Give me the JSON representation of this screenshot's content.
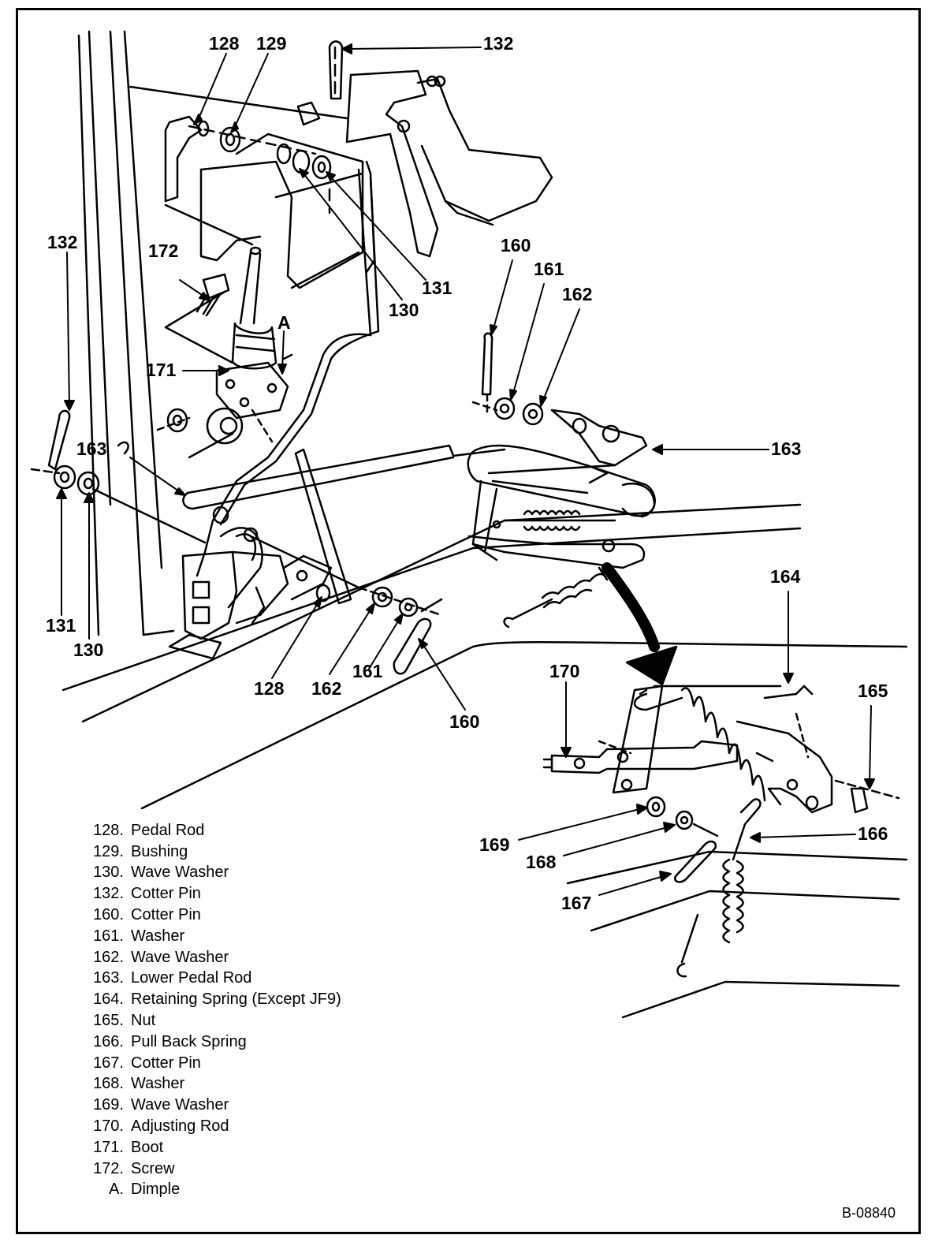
{
  "callouts": {
    "c128_top": "128",
    "c129": "129",
    "c132_top": "132",
    "c132_left": "132",
    "c172": "172",
    "cA": "A",
    "c171": "171",
    "c131_mid": "131",
    "c130_mid": "130",
    "c160_top": "160",
    "c161_top": "161",
    "c162_top": "162",
    "c163_right": "163",
    "c163_left": "163",
    "c131_left": "131",
    "c130_left": "130",
    "c128_low": "128",
    "c162_low": "162",
    "c161_low": "161",
    "c160_low": "160",
    "c164": "164",
    "c170": "170",
    "c165": "165",
    "c169": "169",
    "c168": "168",
    "c166": "166",
    "c167": "167"
  },
  "legend": [
    {
      "num": "128.",
      "label": "Pedal Rod"
    },
    {
      "num": "129.",
      "label": "Bushing"
    },
    {
      "num": "130.",
      "label": "Wave Washer"
    },
    {
      "num": "132.",
      "label": "Cotter Pin"
    },
    {
      "num": "160.",
      "label": "Cotter Pin"
    },
    {
      "num": "161.",
      "label": "Washer"
    },
    {
      "num": "162.",
      "label": "Wave Washer"
    },
    {
      "num": "163.",
      "label": "Lower Pedal Rod"
    },
    {
      "num": "164.",
      "label": "Retaining Spring (Except JF9)"
    },
    {
      "num": "165.",
      "label": "Nut"
    },
    {
      "num": "166.",
      "label": "Pull Back Spring"
    },
    {
      "num": "167.",
      "label": "Cotter Pin"
    },
    {
      "num": "168.",
      "label": "Washer"
    },
    {
      "num": "169.",
      "label": "Wave Washer"
    },
    {
      "num": "170.",
      "label": "Adjusting Rod"
    },
    {
      "num": "171.",
      "label": "Boot"
    },
    {
      "num": "172.",
      "label": "Screw"
    },
    {
      "num": "A.",
      "label": "Dimple"
    }
  ],
  "ref_code": "B-08840"
}
